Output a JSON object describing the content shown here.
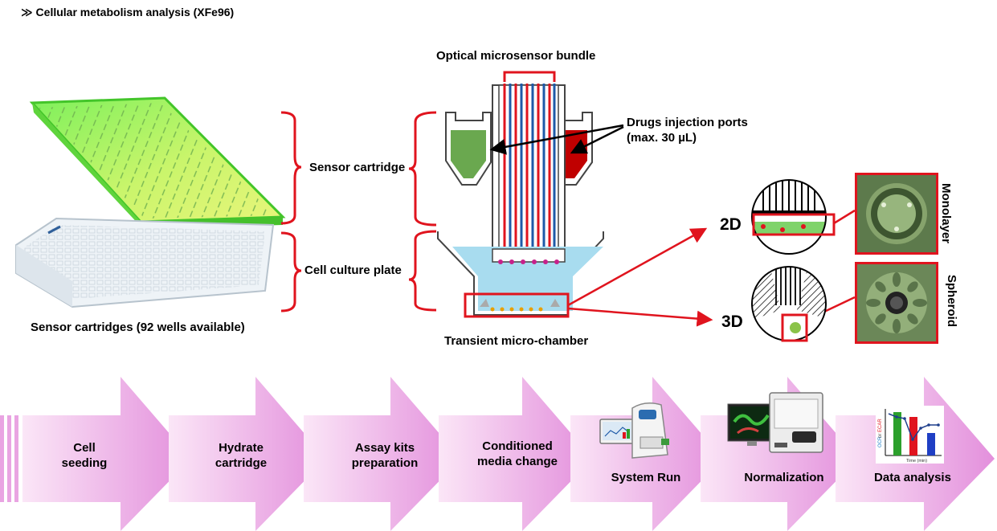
{
  "header": {
    "title": "≫ Cellular metabolism analysis (XFe96)"
  },
  "left": {
    "sensor_cartridge_label": "Sensor cartridge",
    "cell_culture_plate_label": "Cell culture plate",
    "caption": "Sensor cartridges (92 wells available)"
  },
  "center": {
    "optical_label": "Optical microsensor bundle",
    "drug_ports_label": "Drugs injection ports",
    "drug_ports_volume": "(max. 30 µL)",
    "chamber_label": "Transient micro-chamber"
  },
  "right": {
    "label_2d": "2D",
    "label_3d": "3D",
    "monolayer": "Monolayer",
    "spheroid": "Spheroid"
  },
  "workflow": {
    "steps": [
      {
        "label": "Cell\nseeding"
      },
      {
        "label": "Hydrate\ncartridge"
      },
      {
        "label": "Assay kits\npreparation"
      },
      {
        "label": "Conditioned\nmedia change"
      },
      {
        "label": "System Run"
      },
      {
        "label": "Normalization"
      },
      {
        "label": "Data analysis"
      }
    ],
    "mini_chart": {
      "y_label_a": "OCR",
      "y_label_or": " or ",
      "y_label_b": "ECAR",
      "x_label": "Time (min)"
    }
  },
  "colors": {
    "bracket": "#e0141e",
    "arrow_pink_light": "#fbe6f7",
    "arrow_pink_dark": "#e38fdc",
    "plate_green": "#7ef05c",
    "medium_blue": "#a8dcef",
    "drug_green": "#6aa84f",
    "drug_red": "#c00000"
  }
}
